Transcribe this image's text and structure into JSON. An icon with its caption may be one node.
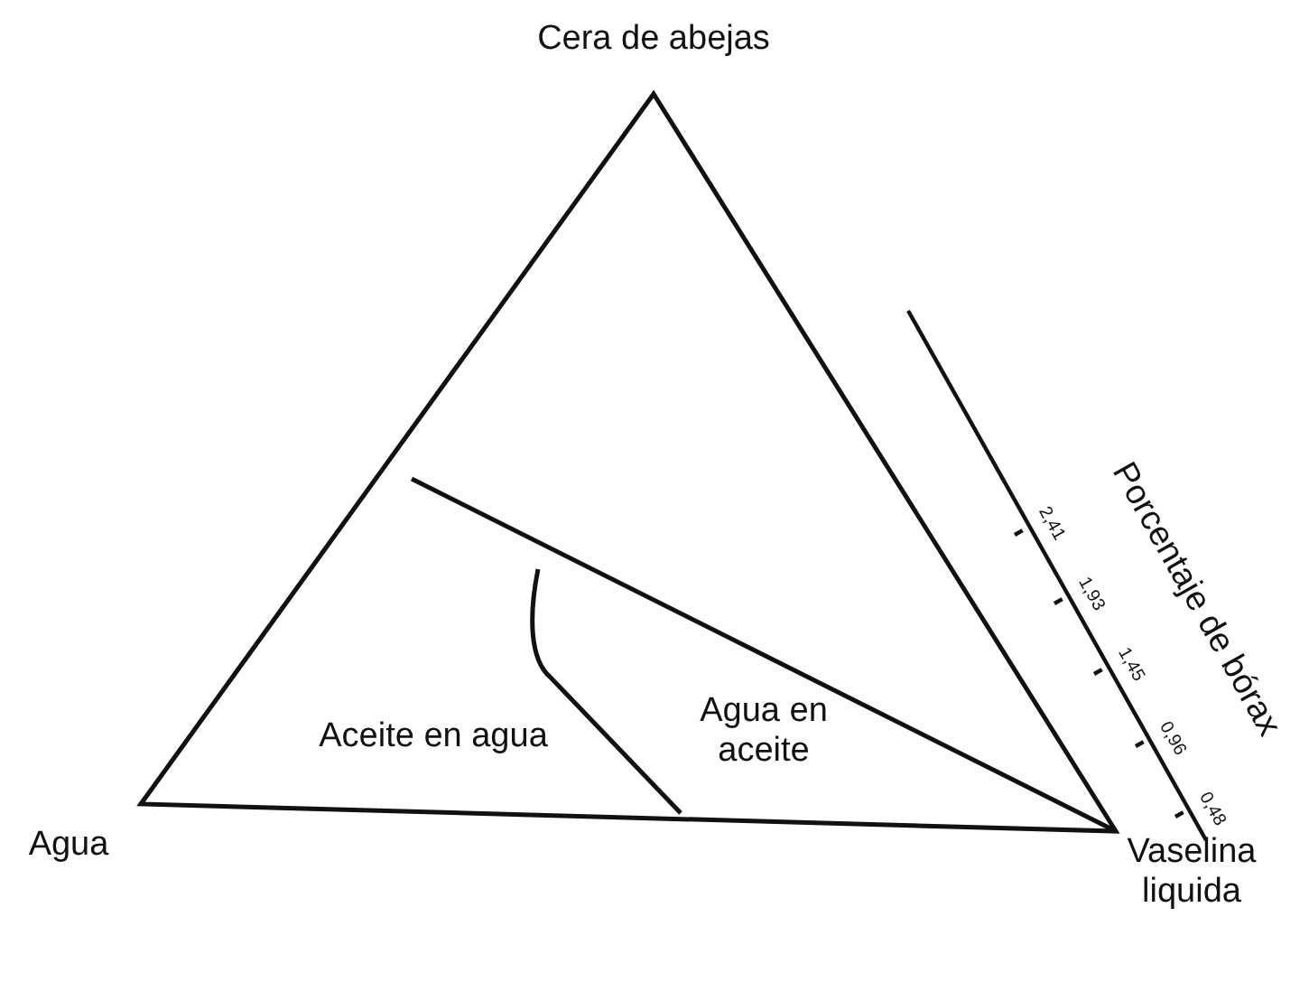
{
  "diagram": {
    "labels": [
      "Cera de abejas",
      "Porcentaje de bórax",
      "2,41",
      "1,93",
      "1,45",
      "0,96",
      "0,48",
      "Aceite en agua",
      "Agua en aceite",
      "Agua",
      "Vaselina liquida"
    ]
  }
}
